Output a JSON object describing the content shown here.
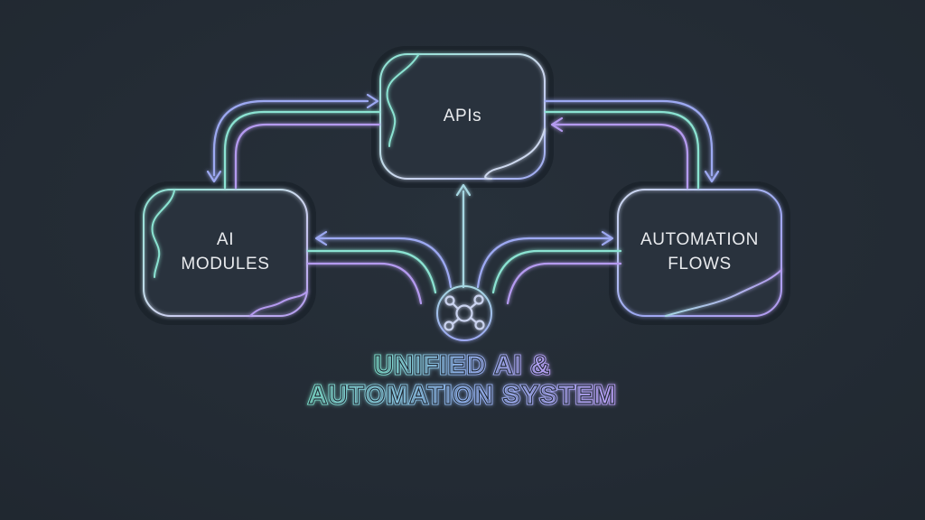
{
  "title": {
    "line1": "UNIFIED AI &",
    "line2": "AUTOMATION SYSTEM"
  },
  "nodes": {
    "apis": {
      "label": "APIs"
    },
    "ai_modules": {
      "line1": "AI",
      "line2": "MODULES"
    },
    "automation_flows": {
      "line1": "AUTOMATION",
      "line2": "FLOWS"
    }
  },
  "hub": {
    "icon": "network-hub-icon"
  },
  "connections": [
    {
      "from": "ai_modules",
      "to": "apis",
      "style": "three-strand curved bundle",
      "arrows": [
        "into apis",
        "into ai_modules"
      ]
    },
    {
      "from": "apis",
      "to": "automation_flows",
      "style": "three-strand curved bundle",
      "arrows": [
        "into automation_flows",
        "into apis"
      ]
    },
    {
      "from": "hub",
      "to": "ai_modules",
      "style": "three-strand curved bundle",
      "arrows": [
        "into ai_modules"
      ]
    },
    {
      "from": "hub",
      "to": "automation_flows",
      "style": "three-strand curved bundle",
      "arrows": [
        "into automation_flows"
      ]
    },
    {
      "from": "hub",
      "to": "apis",
      "style": "single vertical line",
      "arrows": [
        "into apis"
      ]
    }
  ],
  "colors": {
    "background": "#232B34",
    "surface": "#29323D",
    "bezel": "#1B222B",
    "teal": "#8BE3D2",
    "periwinkle": "#9DA9F2",
    "violet": "#B49AEF",
    "paleblue": "#A6D7E2",
    "pale": "#CDD8EE",
    "hubline": "#C9D2EE",
    "labeltext": "#E8EAED",
    "title_start": "#7CDCC9",
    "title_mid": "#90B3EF",
    "title_end": "#B69CF2"
  }
}
